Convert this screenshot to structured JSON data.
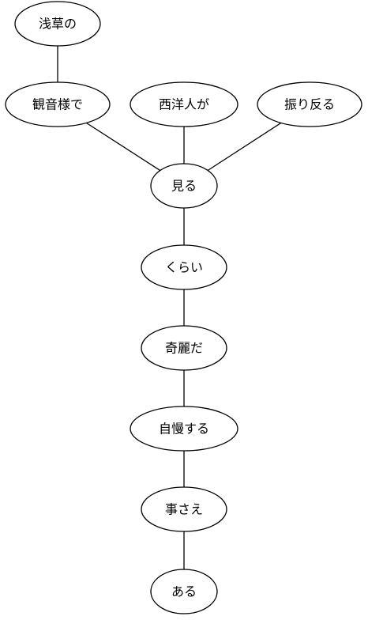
{
  "nodes": [
    {
      "id": "n1",
      "label": "浅草の"
    },
    {
      "id": "n2",
      "label": "観音様で"
    },
    {
      "id": "n3",
      "label": "西洋人が"
    },
    {
      "id": "n4",
      "label": "振り反る"
    },
    {
      "id": "n5",
      "label": "見る"
    },
    {
      "id": "n6",
      "label": "くらい"
    },
    {
      "id": "n7",
      "label": "奇麗だ"
    },
    {
      "id": "n8",
      "label": "自慢する"
    },
    {
      "id": "n9",
      "label": "事さえ"
    },
    {
      "id": "n10",
      "label": "ある"
    }
  ],
  "edges": [
    [
      "n1",
      "n2"
    ],
    [
      "n2",
      "n5"
    ],
    [
      "n3",
      "n5"
    ],
    [
      "n4",
      "n5"
    ],
    [
      "n5",
      "n6"
    ],
    [
      "n6",
      "n7"
    ],
    [
      "n7",
      "n8"
    ],
    [
      "n8",
      "n9"
    ],
    [
      "n9",
      "n10"
    ]
  ]
}
